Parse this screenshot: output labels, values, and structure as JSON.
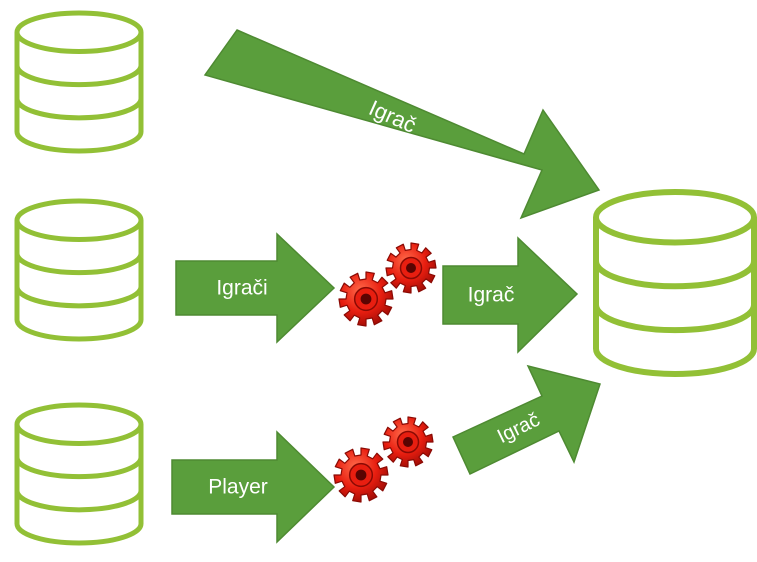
{
  "colors": {
    "db_stroke": "#92c036",
    "arrow_fill": "#5a9e3c",
    "arrow_stroke": "#4e8a32",
    "arrow_text": "#ffffff",
    "gear_fill": "#e81e10",
    "gear_dark": "#8a0a04"
  },
  "icons": {
    "database": "database-icon",
    "gear": "gear-icon"
  },
  "arrows": {
    "top_label": "Igrač",
    "middle_in_label": "Igrači",
    "middle_out_label": "Igrač",
    "bottom_in_label": "Player",
    "bottom_out_label": "Igrač"
  }
}
